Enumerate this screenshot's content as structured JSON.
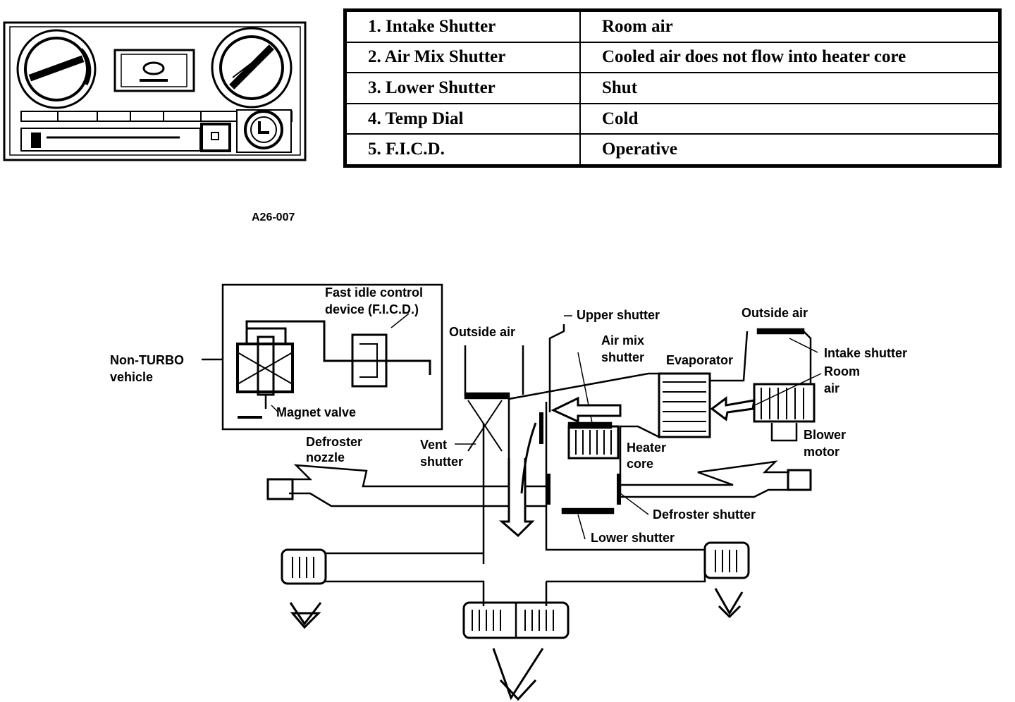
{
  "table": {
    "rows": [
      {
        "item": "1.  Intake Shutter",
        "state": "Room air"
      },
      {
        "item": "2.  Air Mix Shutter",
        "state": "Cooled air does not flow into heater core"
      },
      {
        "item": "3.  Lower Shutter",
        "state": "Shut"
      },
      {
        "item": "4.  Temp Dial",
        "state": "Cold"
      },
      {
        "item": "5.  F.I.C.D.",
        "state": "Operative"
      }
    ]
  },
  "figure_code": "A26-007",
  "labels": {
    "ficd_line1": "Fast idle control",
    "ficd_line2": "device (F.I.C.D.)",
    "non_turbo_1": "Non-TURBO",
    "non_turbo_2": "vehicle",
    "magnet_valve": "Magnet valve",
    "outside_air_left": "Outside air",
    "upper_shutter": "Upper shutter",
    "air_mix_1": "Air mix",
    "air_mix_2": "shutter",
    "outside_air_right": "Outside air",
    "evaporator": "Evaporator",
    "intake_shutter": "Intake shutter",
    "room_air_1": "Room",
    "room_air_2": "air",
    "blower_1": "Blower",
    "blower_2": "motor",
    "defroster_nozzle_1": "Defroster",
    "defroster_nozzle_2": "nozzle",
    "vent_shutter_1": "Vent",
    "vent_shutter_2": "shutter",
    "heater_core_1": "Heater",
    "heater_core_2": "core",
    "defroster_shutter": "Defroster shutter",
    "lower_shutter": "Lower shutter"
  }
}
